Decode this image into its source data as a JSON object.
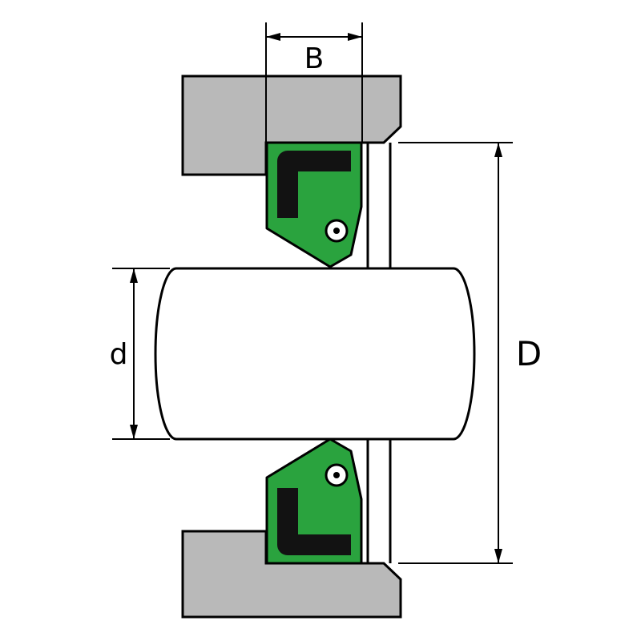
{
  "diagram": {
    "labels": {
      "seal_width": "B",
      "shaft_diameter": "d",
      "outer_diameter": "D"
    },
    "colors": {
      "seal_rubber": "#2aa33e",
      "housing": "#b9b9b9",
      "metal_case": "#121212",
      "outline": "#000000",
      "background": "#ffffff",
      "shaft": "#ffffff"
    }
  }
}
